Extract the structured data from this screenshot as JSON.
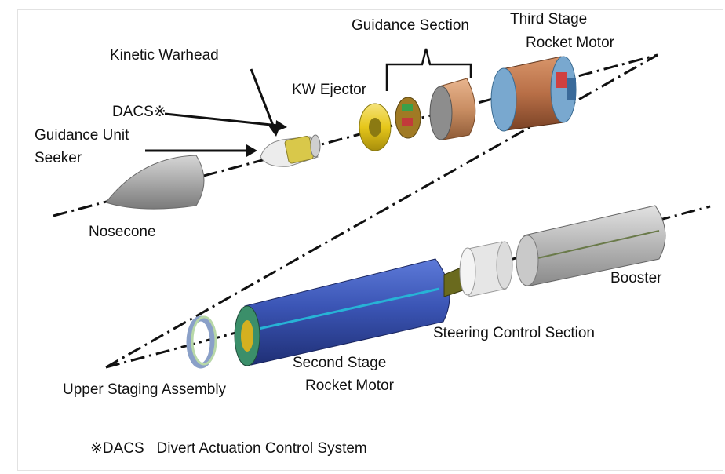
{
  "labels": {
    "guidance_section": "Guidance Section",
    "third_stage_line1": "Third Stage",
    "third_stage_line2": "Rocket Motor",
    "kinetic_warhead": "Kinetic Warhead",
    "kw_ejector": "KW Ejector",
    "dacs": "DACS※",
    "guidance_unit": "Guidance Unit",
    "seeker": "Seeker",
    "nosecone": "Nosecone",
    "booster": "Booster",
    "steering_control": "Steering Control Section",
    "second_stage_line1": "Second Stage",
    "second_stage_line2": "Rocket Motor",
    "upper_staging": "Upper Staging Assembly"
  },
  "footnote": "※DACS   Divert Actuation Control System",
  "colors": {
    "nosecone": "#a9a9a9",
    "warhead_band": "#d9c84a",
    "ejector": "#e6c71a",
    "guidance_copper": "#c98e63",
    "third_stage_body": "#b86f47",
    "third_stage_cap": "#79a8cf",
    "second_stage_body": "#3b55b5",
    "upper_staging_ring": "#b8c8e0",
    "booster": "#b5b5b5",
    "steering": "#e6e6e6",
    "nozzle": "#6a6a1e"
  }
}
